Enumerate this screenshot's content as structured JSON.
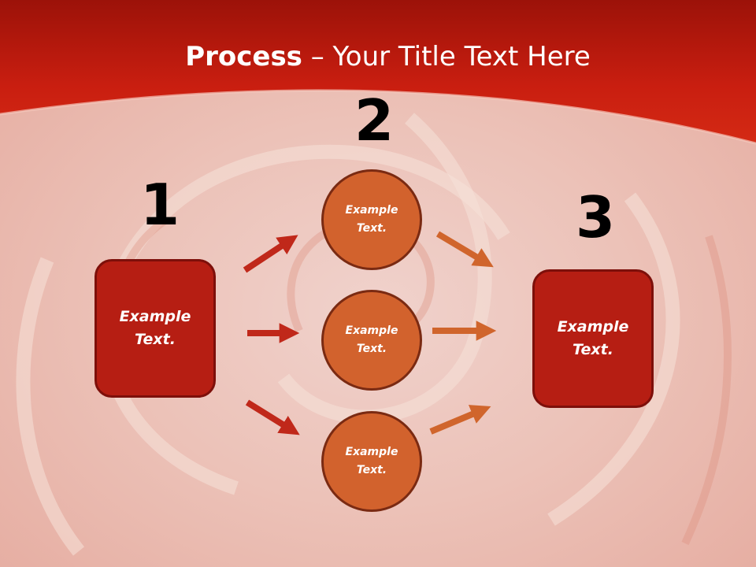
{
  "title": {
    "bold": "Process",
    "rest": " – Your Title Text Here"
  },
  "steps": {
    "one": {
      "number": "1",
      "text": "Example\nText."
    },
    "two": {
      "number": "2",
      "circles": [
        "Example\nText.",
        "Example\nText.",
        "Example\nText."
      ]
    },
    "three": {
      "number": "3",
      "text": "Example\nText."
    }
  },
  "colors": {
    "header": "#c81d10",
    "box": "#b61e13",
    "circle": "#d2622d",
    "arrow_left": "#c0281a",
    "arrow_right": "#d0652c"
  }
}
